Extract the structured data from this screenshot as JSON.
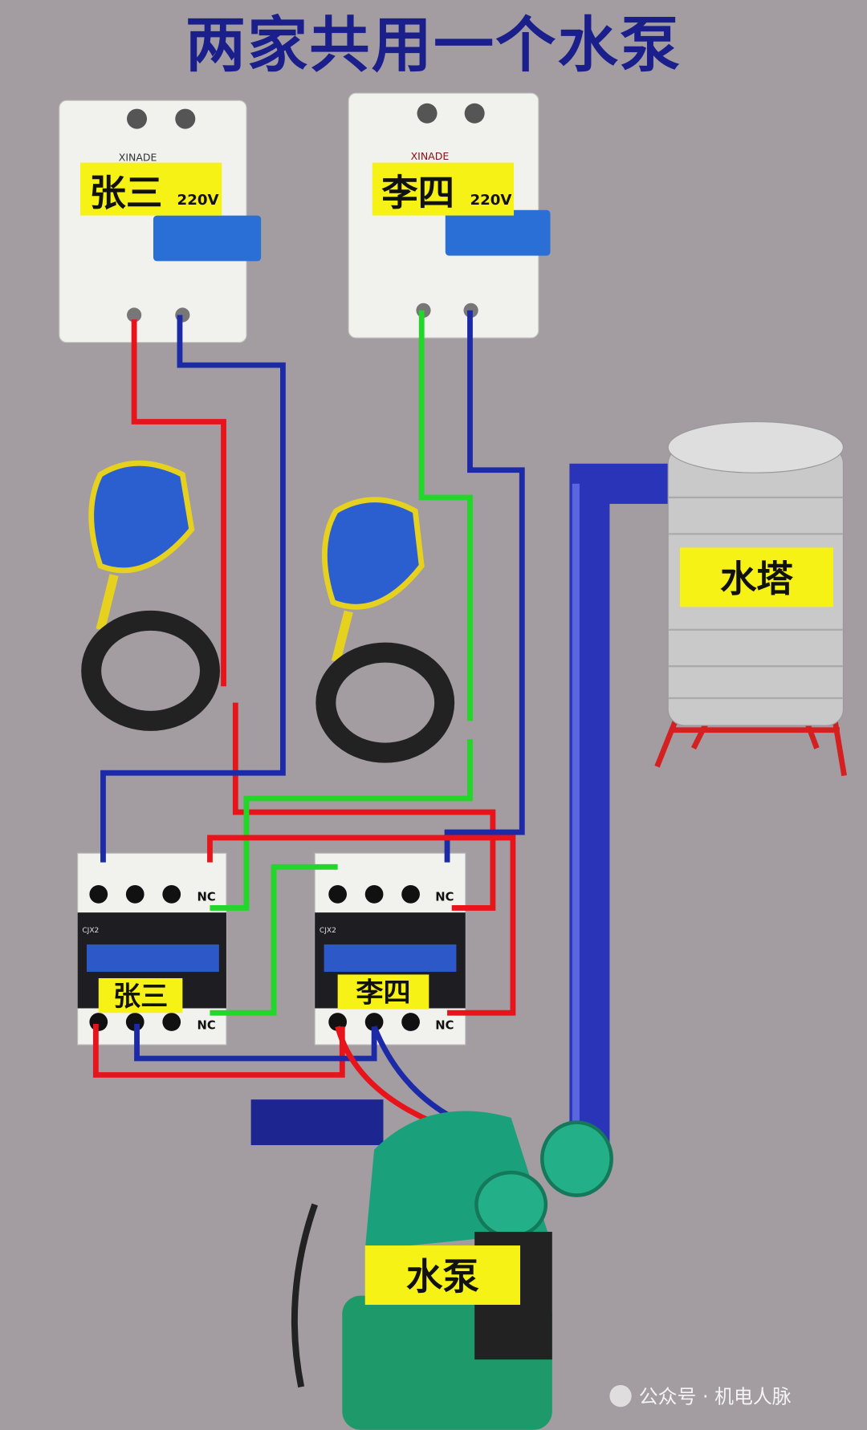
{
  "title": "两家共用一个水泵",
  "breakers": [
    {
      "name": "张三",
      "voltage": "220V",
      "brand": "XINADE"
    },
    {
      "name": "李四",
      "voltage": "220V",
      "brand": "XINADE"
    }
  ],
  "contactors": [
    {
      "name": "张三",
      "model": "CJX2",
      "nc_label": "NC"
    },
    {
      "name": "李四",
      "model": "CJX2",
      "nc_label": "NC"
    }
  ],
  "water_tower": {
    "label": "水塔"
  },
  "pump": {
    "label": "水泵"
  },
  "watermark": "公众号 · 机电人脉",
  "colors": {
    "live": "#e8141c",
    "neutral": "#1c2aa8",
    "signal": "#22d62a",
    "label_bg": "#f7f215",
    "title": "#1b1f8c"
  }
}
